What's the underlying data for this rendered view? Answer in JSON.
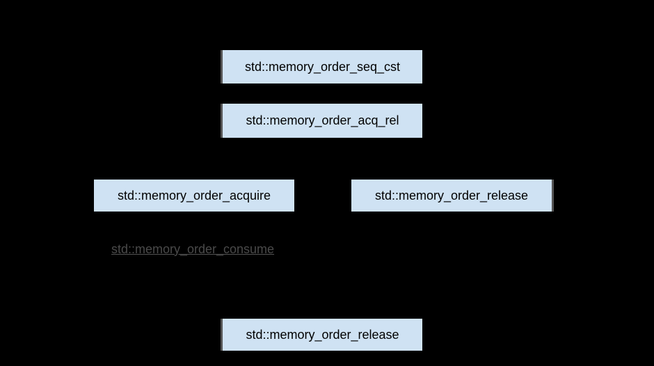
{
  "nodes": {
    "seq_cst": "std::memory_order_seq_cst",
    "acq_rel": "std::memory_order_acq_rel",
    "acquire": "std::memory_order_acquire",
    "release_right": "std::memory_order_release",
    "consume": "std::memory_order_consume",
    "release_bottom": "std::memory_order_release"
  },
  "colors": {
    "background": "#000000",
    "node_fill": "#cfe2f3",
    "edge": "#000000"
  }
}
